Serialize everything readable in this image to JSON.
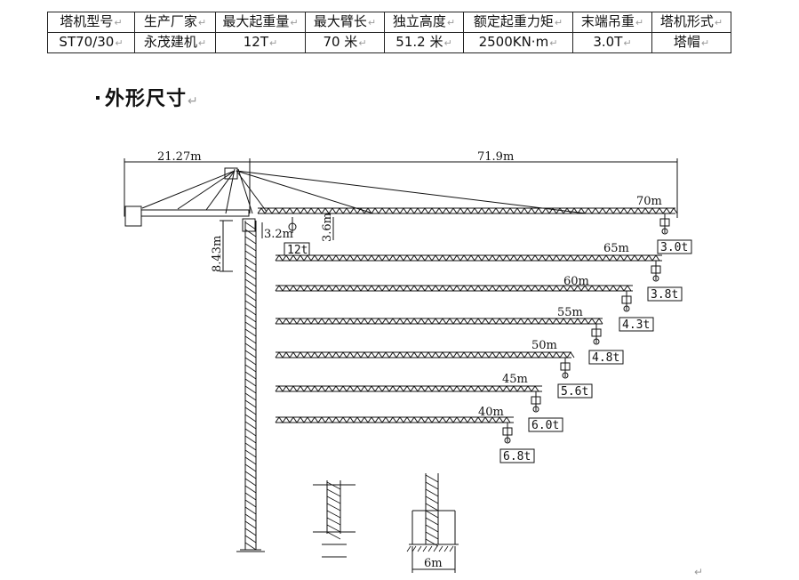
{
  "spec_table": {
    "headers": [
      "塔机型号",
      "生产厂家",
      "最大起重量",
      "最大臂长",
      "独立高度",
      "额定起重力矩",
      "末端吊重",
      "塔机形式"
    ],
    "row": [
      "ST70/30",
      "永茂建机",
      "12T",
      "70 米",
      "51.2 米",
      "2500KN·m",
      "3.0T",
      "塔帽"
    ],
    "cell_mark": "↵"
  },
  "heading": {
    "text": "外形尺寸",
    "mark": "↵"
  },
  "drawing": {
    "dim_counter_jib": "21.27m",
    "dim_jib_span": "71.9m",
    "dim_tower_height": "8.43m",
    "dim_trolley_near": "3.2m",
    "dim_jib_depth": "3.6m",
    "near_load": "12t",
    "jib_configs": [
      {
        "length": "70m",
        "tip_load": "3.0t"
      },
      {
        "length": "65m",
        "tip_load": "3.8t"
      },
      {
        "length": "60m",
        "tip_load": "4.3t"
      },
      {
        "length": "55m",
        "tip_load": "4.8t"
      },
      {
        "length": "50m",
        "tip_load": "5.6t"
      },
      {
        "length": "45m",
        "tip_load": "6.0t"
      },
      {
        "length": "40m",
        "tip_load": "6.8t"
      }
    ],
    "dim_base_width": "6m"
  },
  "end_mark": "↵"
}
